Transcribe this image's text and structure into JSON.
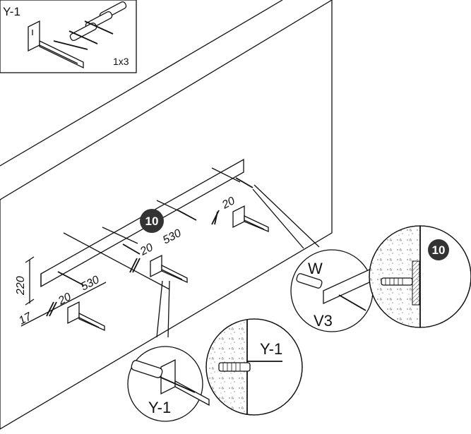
{
  "parts_box": {
    "part_label": "Y-1",
    "quantity": "1x3"
  },
  "step": {
    "number": "10",
    "color": "#333333"
  },
  "dimensions": {
    "height": "220",
    "offset": "17",
    "edge_left": "20",
    "spacing_left": "530",
    "edge_mid": "20",
    "spacing_right": "530",
    "edge_right": "20"
  },
  "detail_bracket": {
    "part_label": "Y-1",
    "zoom_label": "Y-1"
  },
  "detail_anchor": {
    "plug_label": "W",
    "screw_label": "V3",
    "step_number": "10"
  }
}
